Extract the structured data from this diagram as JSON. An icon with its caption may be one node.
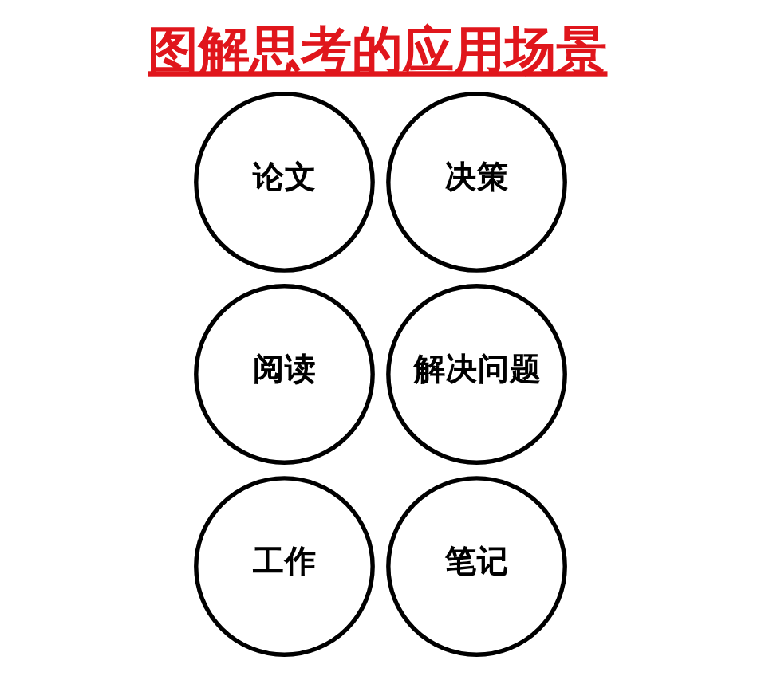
{
  "diagram": {
    "title": "图解思考的应用场景",
    "nodes": [
      {
        "text": [
          "论文"
        ]
      },
      {
        "text": [
          "决策"
        ]
      },
      {
        "text": [
          "阅读"
        ]
      },
      {
        "text": [
          "解决问题"
        ]
      },
      {
        "text": [
          "工作"
        ]
      },
      {
        "text": [
          "笔记"
        ]
      }
    ]
  }
}
